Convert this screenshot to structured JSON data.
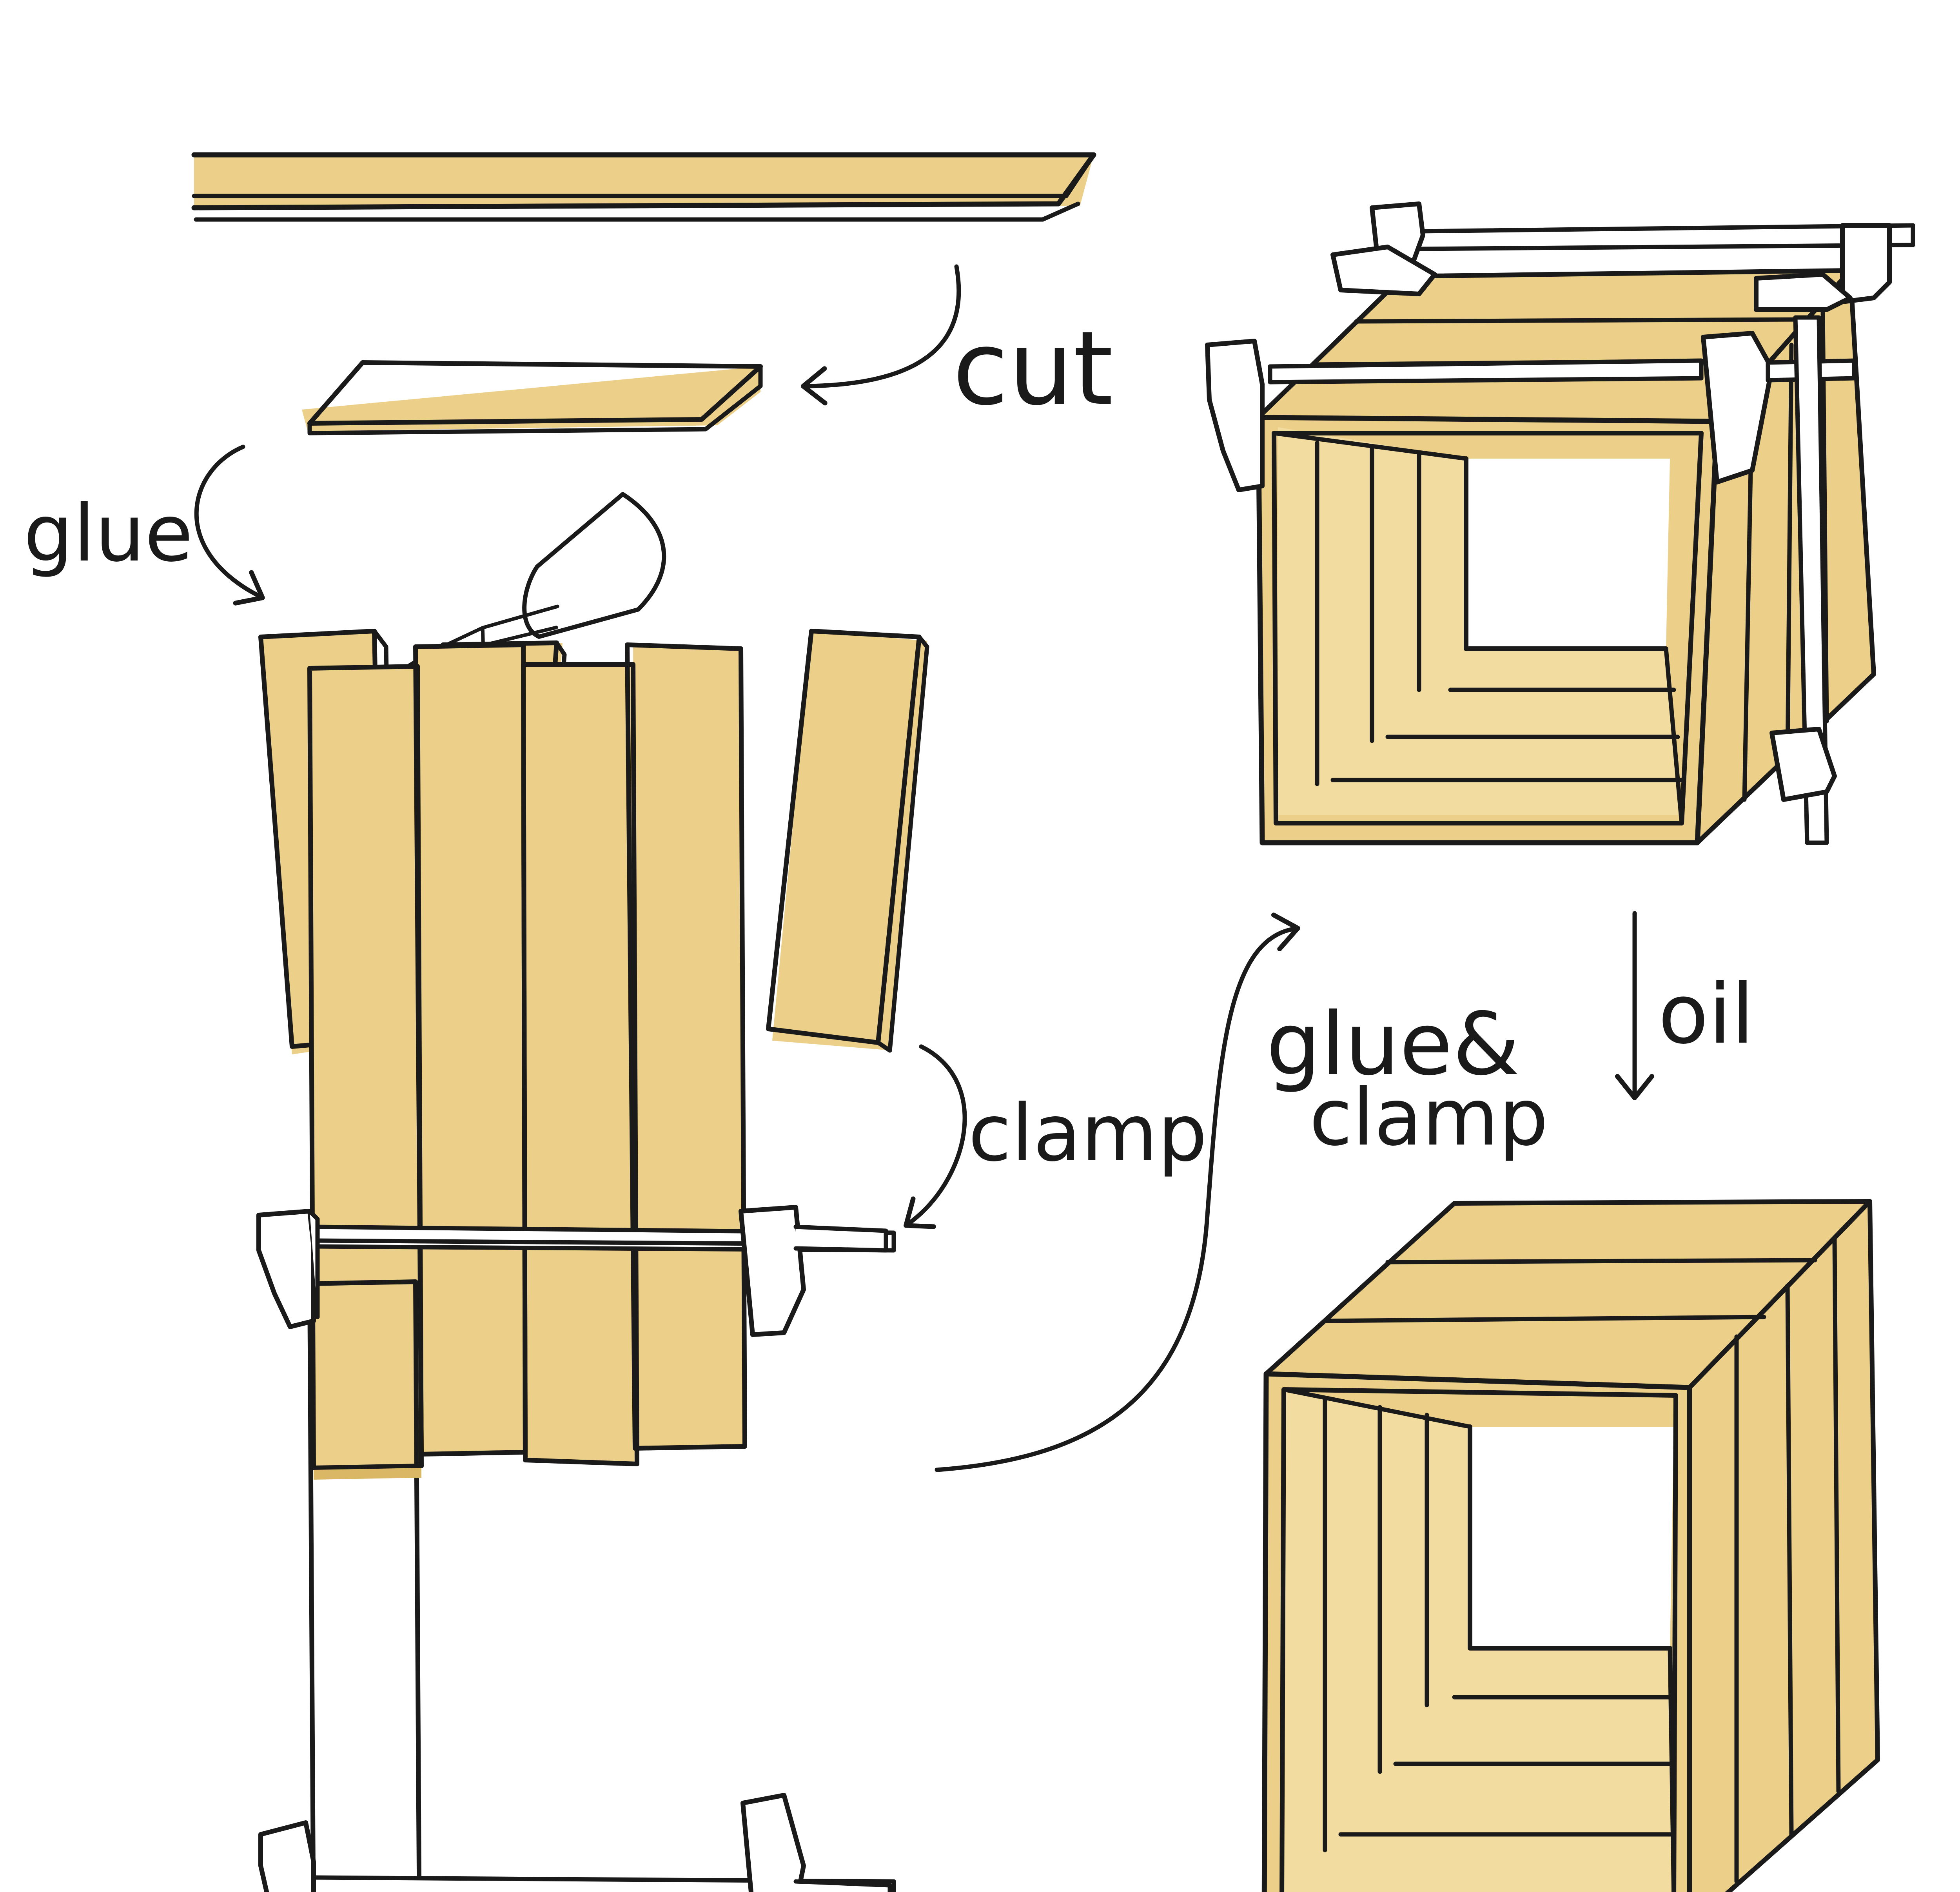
{
  "steps": {
    "cut": "cut",
    "glue": "glue",
    "clamp": "clamp",
    "glue_and_clamp_line1": "glue&",
    "glue_and_clamp_line2": "clamp",
    "oil": "oil"
  },
  "icons": {
    "glue_bottle": "glue-bottle-icon",
    "clamp": "bar-clamp-icon"
  },
  "colors": {
    "wood": "#ecd08a",
    "wood_dark": "#d9b764",
    "ink": "#1a1a1a",
    "background": "#ffffff"
  }
}
